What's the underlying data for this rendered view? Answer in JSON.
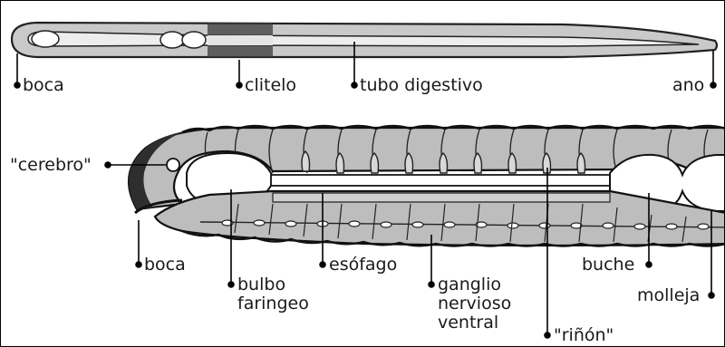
{
  "top_worm": {
    "labels": {
      "boca": "boca",
      "clitelo": "clitelo",
      "tubo": "tubo digestivo",
      "ano": "ano"
    }
  },
  "bottom_worm": {
    "labels": {
      "cerebro": "\"cerebro\"",
      "boca": "boca",
      "bulbo": "bulbo\nfaringeo",
      "esofago": "esófago",
      "ganglio": "ganglio\nnervioso\nventral",
      "rinon": "\"riñón\"",
      "buche": "buche",
      "molleja": "molleja"
    }
  }
}
